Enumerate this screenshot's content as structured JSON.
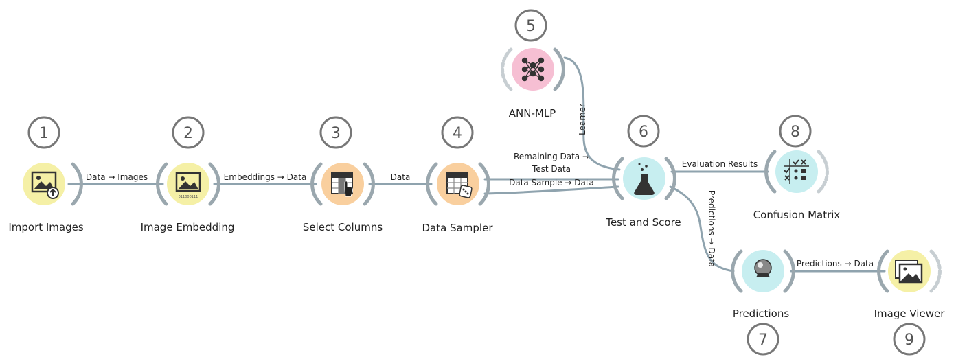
{
  "widgets": {
    "import_images": {
      "label": "Import Images",
      "number": "1",
      "color": "#f5f0a6"
    },
    "image_embedding": {
      "label": "Image Embedding",
      "number": "2",
      "color": "#f5f0a6",
      "subtext": "011000111"
    },
    "select_columns": {
      "label": "Select Columns",
      "number": "3",
      "color": "#f9cf9e"
    },
    "data_sampler": {
      "label": "Data Sampler",
      "number": "4",
      "color": "#f9cf9e"
    },
    "ann_mlp": {
      "label": "ANN-MLP",
      "number": "5",
      "color": "#f6bfd3"
    },
    "test_and_score": {
      "label": "Test and Score",
      "number": "6",
      "color": "#c7eef0"
    },
    "predictions": {
      "label": "Predictions",
      "number": "7",
      "color": "#c7eef0"
    },
    "confusion_matrix": {
      "label": "Confusion Matrix",
      "number": "8",
      "color": "#c7eef0"
    },
    "image_viewer": {
      "label": "Image Viewer",
      "number": "9",
      "color": "#f5f0a6"
    }
  },
  "links": {
    "import_to_embedding": "Data → Images",
    "embedding_to_select": "Embeddings → Data",
    "select_to_sampler": "Data",
    "remaining_line1": "Remaining Data →",
    "remaining_line2": "Test Data",
    "data_sample": "Data Sample → Data",
    "learner": "Learner",
    "evaluation": "Evaluation Results",
    "predictions_out": "Predictions → Data",
    "predictions_to_viewer": "Predictions → Data"
  }
}
